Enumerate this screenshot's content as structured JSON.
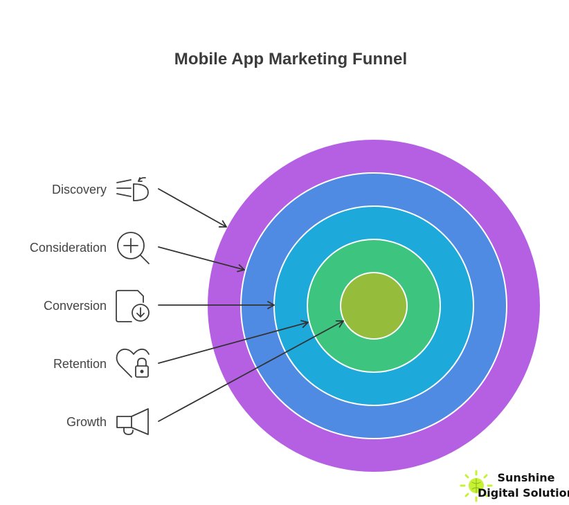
{
  "title": "Mobile App Marketing Funnel",
  "colors": {
    "ring_outer": "#B55FE3",
    "ring_2": "#4F8AE3",
    "ring_3": "#1EA9DB",
    "ring_4": "#3DC47F",
    "ring_core": "#95BC3A",
    "ring_stroke": "#FFFFFF",
    "label": "#444444",
    "icon": "#3D3D3D",
    "brand_sun": "#C6F135"
  },
  "stages": [
    {
      "label": "Discovery",
      "icon": "megaphone-sound-icon"
    },
    {
      "label": "Consideration",
      "icon": "magnifier-plus-icon"
    },
    {
      "label": "Conversion",
      "icon": "document-download-icon"
    },
    {
      "label": "Retention",
      "icon": "heart-lock-icon"
    },
    {
      "label": "Growth",
      "icon": "megaphone-icon"
    }
  ],
  "brand": {
    "line1": "Sunshine",
    "line2": "Digital Solution",
    "icon": "sun-icon"
  }
}
